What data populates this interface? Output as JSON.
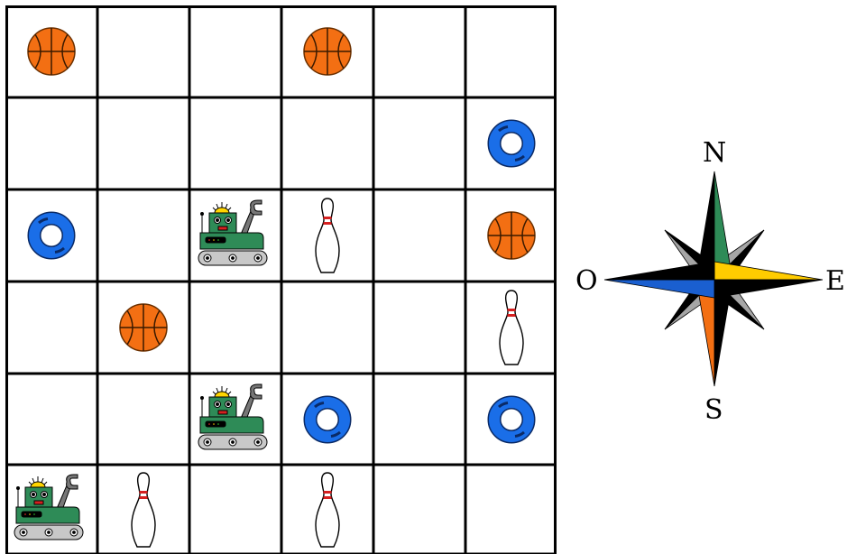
{
  "board": {
    "rows": 6,
    "cols": 6,
    "cells": [
      [
        "ball",
        "",
        "",
        "ball",
        "",
        ""
      ],
      [
        "",
        "",
        "",
        "",
        "",
        "ring"
      ],
      [
        "ring",
        "",
        "robot",
        "pin",
        "",
        "ball"
      ],
      [
        "",
        "ball",
        "",
        "",
        "",
        "pin"
      ],
      [
        "",
        "",
        "robot",
        "ring",
        "",
        "ring"
      ],
      [
        "robot",
        "pin",
        "",
        "pin",
        "",
        ""
      ]
    ]
  },
  "items": {
    "ball": {
      "icon": "basketball-icon",
      "color": "#f36f13"
    },
    "ring": {
      "icon": "swim-ring-icon",
      "color": "#1a6ee8"
    },
    "pin": {
      "icon": "bowling-pin-icon",
      "color": "#ffffff"
    },
    "robot": {
      "icon": "robot-icon",
      "color": "#2e8b57"
    }
  },
  "compass": {
    "north": "N",
    "south": "S",
    "east": "E",
    "west": "O",
    "colors": {
      "north": "#2e8b57",
      "east": "#ffcc00",
      "south": "#f36f13",
      "west": "#1a5fd0",
      "dark": "#000000",
      "shade": "#a6a6a6"
    }
  }
}
